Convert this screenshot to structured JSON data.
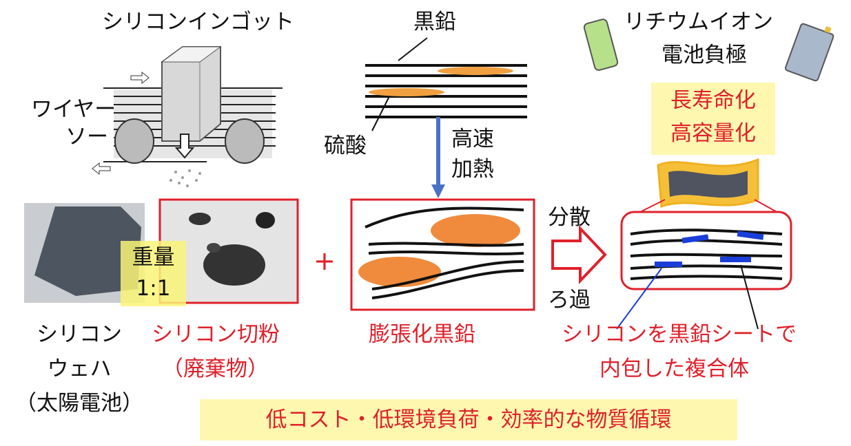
{
  "ingot": {
    "title": "シリコンインゴット",
    "wire_saw": [
      "ワイヤー",
      "ソー"
    ]
  },
  "graphite": {
    "title": "黒鉛",
    "sulfuric_acid": "硫酸",
    "process": [
      "高速",
      "加熱"
    ]
  },
  "battery": {
    "title": [
      "リチウムイオン",
      "電池負極"
    ],
    "benefits": [
      "長寿命化",
      "高容量化"
    ]
  },
  "weight_ratio": [
    "重量",
    "1:1"
  ],
  "plus": "+",
  "disperse": [
    "分散",
    "ろ過"
  ],
  "labels": {
    "wafer": [
      "シリコン",
      "ウェハ",
      "（太陽電池）"
    ],
    "chips": [
      "シリコン切粉",
      "（廃棄物）"
    ],
    "expanded": "膨張化黒鉛",
    "composite": [
      "シリコンを黒鉛シートで",
      "内包した複合体"
    ]
  },
  "footer": "低コスト・低環境負荷・効率的な物質循環",
  "colors": {
    "accent_red": "#e0202a",
    "highlight_yellow": "#fdf7b0",
    "graphite_orange": "#f0a040",
    "silicon_blue": "#1a3ed8"
  }
}
